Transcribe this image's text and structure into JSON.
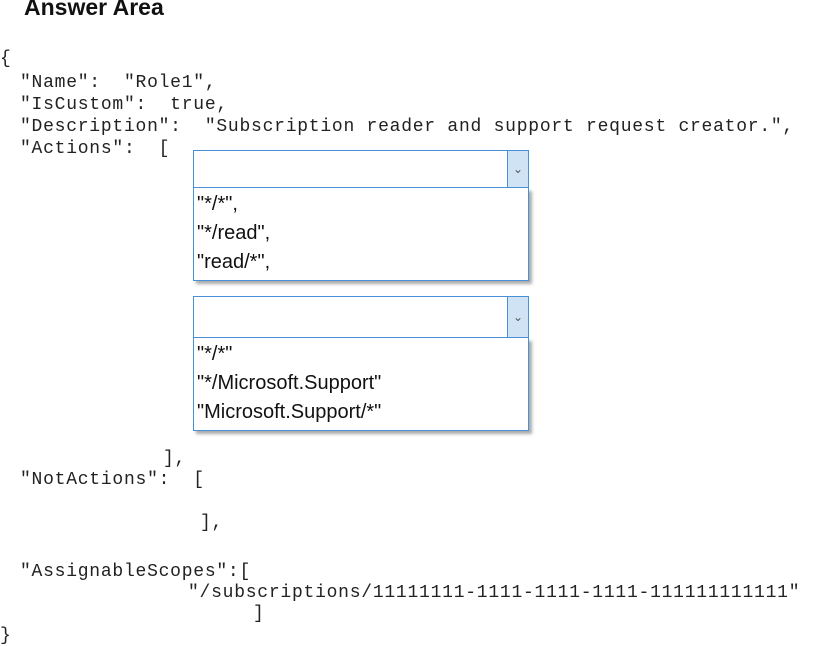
{
  "title": "Answer Area",
  "code": {
    "open_brace": "{",
    "name_line": "\"Name\":  \"Role1\",",
    "iscustom_line": "\"IsCustom\":  true,",
    "description_line": "\"Description\":  \"Subscription reader and support request creator.\",",
    "actions_line": "\"Actions\":  [",
    "actions_close": "],",
    "notactions_line": "\"NotActions\":  [",
    "notactions_close": "],",
    "scopes_line": "\"AssignableScopes\":[",
    "scope_value": "\"/subscriptions/11111111-1111-1111-1111-111111111111\"",
    "scopes_close": "]",
    "close_brace": "}"
  },
  "dropdowns": [
    {
      "selected": "",
      "options": [
        "\"*/*\",",
        "\"*/read\",",
        "\"read/*\","
      ]
    },
    {
      "selected": "",
      "options": [
        "\"*/*\"",
        "\"*/Microsoft.Support\"",
        "\"Microsoft.Support/*\""
      ]
    }
  ]
}
